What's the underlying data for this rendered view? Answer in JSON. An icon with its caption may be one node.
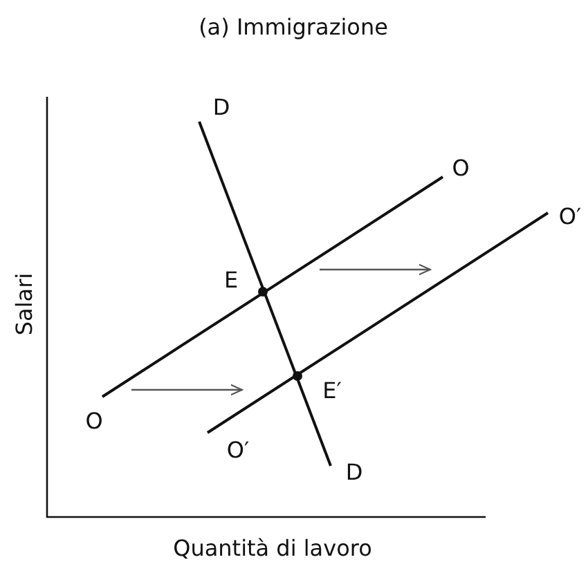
{
  "diagram": {
    "title": "(a) Immigrazione",
    "labels": [
      "D",
      "O",
      "O′",
      "E",
      "Salari",
      "O",
      "E′",
      "O′",
      "D",
      "Quantità di lavoro"
    ]
  }
}
